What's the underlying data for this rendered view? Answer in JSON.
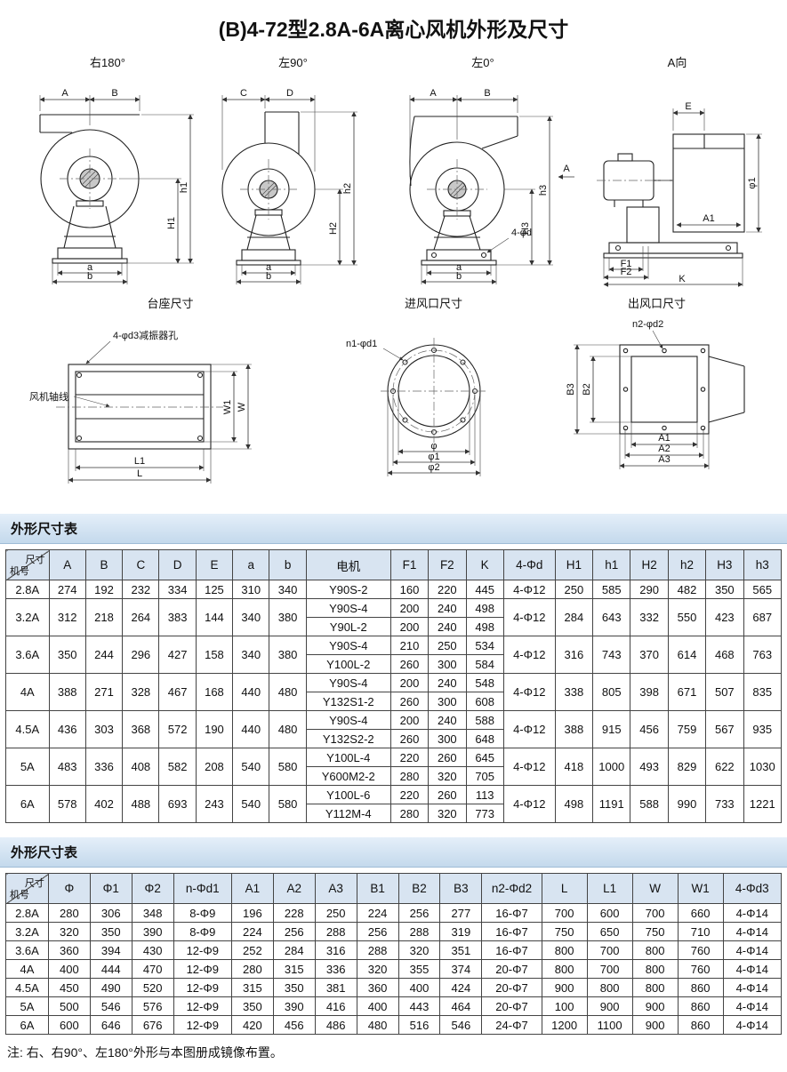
{
  "page": {
    "title": "(B)4-72型2.8A-6A离心风机外形及尺寸",
    "note": "注: 右、右90°、左180°外形与本图册成镜像布置。"
  },
  "views": {
    "v1": {
      "label": "右180°",
      "dims": {
        "top_left": "A",
        "top_right": "B",
        "right_inner": "H1",
        "right_outer": "h1",
        "bottom_inner": "a",
        "bottom_outer": "b"
      }
    },
    "v2": {
      "label": "左90°",
      "dims": {
        "top_left": "C",
        "top_right": "D",
        "right_inner": "H2",
        "right_outer": "h2",
        "bottom_inner": "a",
        "bottom_outer": "b"
      }
    },
    "v3": {
      "label": "左0°",
      "dims": {
        "top_left": "A",
        "top_right": "B",
        "right_inner": "H3",
        "right_outer": "h3",
        "bottom_inner": "a",
        "bottom_outer": "b",
        "view_arrow": "A",
        "bolt_note": "4-φd"
      }
    },
    "v4": {
      "label": "A向",
      "dims": {
        "top": "E",
        "right": "φ1",
        "inner": "A1",
        "bottom_1": "F1",
        "bottom_2": "F2",
        "bottom_3": "K"
      }
    },
    "v5": {
      "label": "台座尺寸",
      "dims": {
        "leader_top": "4-φd3减振器孔",
        "leader_left": "风机轴线",
        "right_inner": "W1",
        "right_outer": "W",
        "bottom_inner": "L1",
        "bottom_outer": "L"
      }
    },
    "v6": {
      "label": "进风口尺寸",
      "dims": {
        "leader": "n1-φd1",
        "dim_1": "φ",
        "dim_2": "φ1",
        "dim_3": "φ2"
      }
    },
    "v7": {
      "label": "出风口尺寸",
      "dims": {
        "leader": "n2-φd2",
        "left_outer": "B3",
        "left_inner": "B2",
        "bottom_1": "A1",
        "bottom_2": "A2",
        "bottom_3": "A3"
      }
    }
  },
  "table1": {
    "section_title": "外形尺寸表",
    "corner": {
      "top": "尺寸",
      "bottom": "机号"
    },
    "headers": [
      "A",
      "B",
      "C",
      "D",
      "E",
      "a",
      "b",
      "电机",
      "F1",
      "F2",
      "K",
      "4-Φd",
      "H1",
      "h1",
      "H2",
      "h2",
      "H3",
      "h3"
    ],
    "groups": [
      {
        "model": "2.8A",
        "dims": [
          "274",
          "192",
          "232",
          "334",
          "125",
          "310",
          "340"
        ],
        "motors": [
          [
            "Y90S-2",
            "160",
            "220",
            "445"
          ]
        ],
        "phid": "4-Φ12",
        "tail": [
          "250",
          "585",
          "290",
          "482",
          "350",
          "565"
        ]
      },
      {
        "model": "3.2A",
        "dims": [
          "312",
          "218",
          "264",
          "383",
          "144",
          "340",
          "380"
        ],
        "motors": [
          [
            "Y90S-4",
            "200",
            "240",
            "498"
          ],
          [
            "Y90L-2",
            "200",
            "240",
            "498"
          ]
        ],
        "phid": "4-Φ12",
        "tail": [
          "284",
          "643",
          "332",
          "550",
          "423",
          "687"
        ]
      },
      {
        "model": "3.6A",
        "dims": [
          "350",
          "244",
          "296",
          "427",
          "158",
          "340",
          "380"
        ],
        "motors": [
          [
            "Y90S-4",
            "210",
            "250",
            "534"
          ],
          [
            "Y100L-2",
            "260",
            "300",
            "584"
          ]
        ],
        "phid": "4-Φ12",
        "tail": [
          "316",
          "743",
          "370",
          "614",
          "468",
          "763"
        ]
      },
      {
        "model": "4A",
        "dims": [
          "388",
          "271",
          "328",
          "467",
          "168",
          "440",
          "480"
        ],
        "motors": [
          [
            "Y90S-4",
            "200",
            "240",
            "548"
          ],
          [
            "Y132S1-2",
            "260",
            "300",
            "608"
          ]
        ],
        "phid": "4-Φ12",
        "tail": [
          "338",
          "805",
          "398",
          "671",
          "507",
          "835"
        ]
      },
      {
        "model": "4.5A",
        "dims": [
          "436",
          "303",
          "368",
          "572",
          "190",
          "440",
          "480"
        ],
        "motors": [
          [
            "Y90S-4",
            "200",
            "240",
            "588"
          ],
          [
            "Y132S2-2",
            "260",
            "300",
            "648"
          ]
        ],
        "phid": "4-Φ12",
        "tail": [
          "388",
          "915",
          "456",
          "759",
          "567",
          "935"
        ]
      },
      {
        "model": "5A",
        "dims": [
          "483",
          "336",
          "408",
          "582",
          "208",
          "540",
          "580"
        ],
        "motors": [
          [
            "Y100L-4",
            "220",
            "260",
            "645"
          ],
          [
            "Y600M2-2",
            "280",
            "320",
            "705"
          ]
        ],
        "phid": "4-Φ12",
        "tail": [
          "418",
          "1000",
          "493",
          "829",
          "622",
          "1030"
        ]
      },
      {
        "model": "6A",
        "dims": [
          "578",
          "402",
          "488",
          "693",
          "243",
          "540",
          "580"
        ],
        "motors": [
          [
            "Y100L-6",
            "220",
            "260",
            "113"
          ],
          [
            "Y112M-4",
            "280",
            "320",
            "773"
          ]
        ],
        "phid": "4-Φ12",
        "tail": [
          "498",
          "1191",
          "588",
          "990",
          "733",
          "1221"
        ]
      }
    ]
  },
  "table2": {
    "section_title": "外形尺寸表",
    "corner": {
      "top": "尺寸",
      "bottom": "机号"
    },
    "headers": [
      "Φ",
      "Φ1",
      "Φ2",
      "n-Φd1",
      "A1",
      "A2",
      "A3",
      "B1",
      "B2",
      "B3",
      "n2-Φd2",
      "L",
      "L1",
      "W",
      "W1",
      "4-Φd3"
    ],
    "rows": [
      [
        "2.8A",
        "280",
        "306",
        "348",
        "8-Φ9",
        "196",
        "228",
        "250",
        "224",
        "256",
        "277",
        "16-Φ7",
        "700",
        "600",
        "700",
        "660",
        "4-Φ14"
      ],
      [
        "3.2A",
        "320",
        "350",
        "390",
        "8-Φ9",
        "224",
        "256",
        "288",
        "256",
        "288",
        "319",
        "16-Φ7",
        "750",
        "650",
        "750",
        "710",
        "4-Φ14"
      ],
      [
        "3.6A",
        "360",
        "394",
        "430",
        "12-Φ9",
        "252",
        "284",
        "316",
        "288",
        "320",
        "351",
        "16-Φ7",
        "800",
        "700",
        "800",
        "760",
        "4-Φ14"
      ],
      [
        "4A",
        "400",
        "444",
        "470",
        "12-Φ9",
        "280",
        "315",
        "336",
        "320",
        "355",
        "374",
        "20-Φ7",
        "800",
        "700",
        "800",
        "760",
        "4-Φ14"
      ],
      [
        "4.5A",
        "450",
        "490",
        "520",
        "12-Φ9",
        "315",
        "350",
        "381",
        "360",
        "400",
        "424",
        "20-Φ7",
        "900",
        "800",
        "800",
        "860",
        "4-Φ14"
      ],
      [
        "5A",
        "500",
        "546",
        "576",
        "12-Φ9",
        "350",
        "390",
        "416",
        "400",
        "443",
        "464",
        "20-Φ7",
        "100",
        "900",
        "900",
        "860",
        "4-Φ14"
      ],
      [
        "6A",
        "600",
        "646",
        "676",
        "12-Φ9",
        "420",
        "456",
        "486",
        "480",
        "516",
        "546",
        "24-Φ7",
        "1200",
        "1100",
        "900",
        "860",
        "4-Φ14"
      ]
    ]
  }
}
